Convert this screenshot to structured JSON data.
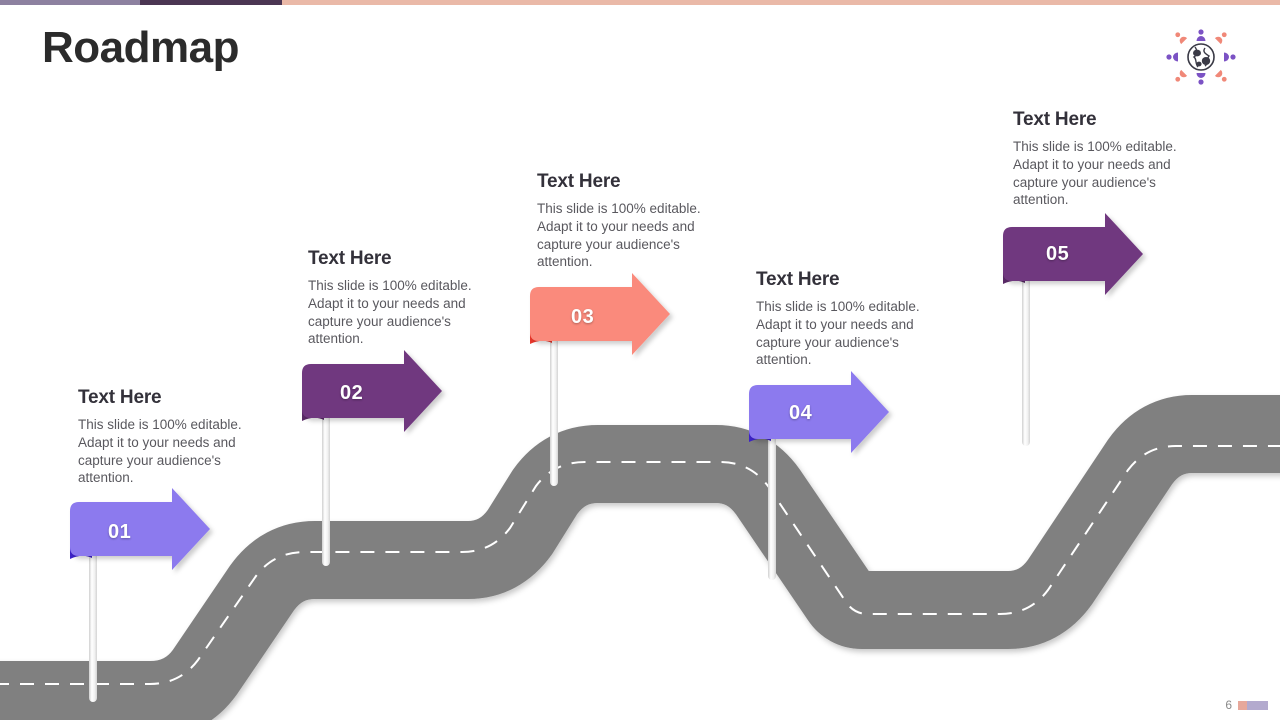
{
  "slide": {
    "title": "Roadmap",
    "page_number": "6"
  },
  "top_bar": {
    "segments": [
      {
        "name": "segment-light-purple",
        "color": "#8d81a0"
      },
      {
        "name": "segment-dark-purple",
        "color": "#4b3653"
      },
      {
        "name": "segment-salmon",
        "color": "#eab9a8"
      }
    ]
  },
  "logo": {
    "name": "globe-people-logo",
    "globe_color": "#3a3a46",
    "accent_purple": "#7b52c4",
    "accent_coral": "#f08878"
  },
  "colors": {
    "violet": "#8c7aee",
    "violet_fold": "#3d22c9",
    "purple": "#70387f",
    "purple_fold": "#5a2a67",
    "coral": "#fa8a7c",
    "coral_fold": "#e8362a",
    "road": "#808080",
    "road_line": "#ffffff",
    "pole": "#efefef",
    "heading": "#33313a",
    "body": "#59585e"
  },
  "footer": {
    "bar_coral": "#e7a89b",
    "bar_purple": "#b3aace"
  },
  "milestones": [
    {
      "number": "01",
      "title": "Text Here",
      "body": "This slide is 100% editable. Adapt it to your needs and capture your audience's attention.",
      "flag_color": "#8c7aee",
      "fold_color": "#3d22c9"
    },
    {
      "number": "02",
      "title": "Text Here",
      "body": "This slide is 100% editable. Adapt it to your needs and capture your audience's attention.",
      "flag_color": "#70387f",
      "fold_color": "#5a2a67"
    },
    {
      "number": "03",
      "title": "Text Here",
      "body": "This slide is 100% editable. Adapt it to your needs and capture your audience's attention.",
      "flag_color": "#fa8a7c",
      "fold_color": "#e8362a"
    },
    {
      "number": "04",
      "title": "Text Here",
      "body": "This slide is 100% editable. Adapt it to your needs and capture your audience's attention.",
      "flag_color": "#8c7aee",
      "fold_color": "#3d22c9"
    },
    {
      "number": "05",
      "title": "Text Here",
      "body": "This slide is 100% editable. Adapt it to your needs and capture your audience's attention.",
      "flag_color": "#70387f",
      "fold_color": "#5a2a67"
    }
  ]
}
